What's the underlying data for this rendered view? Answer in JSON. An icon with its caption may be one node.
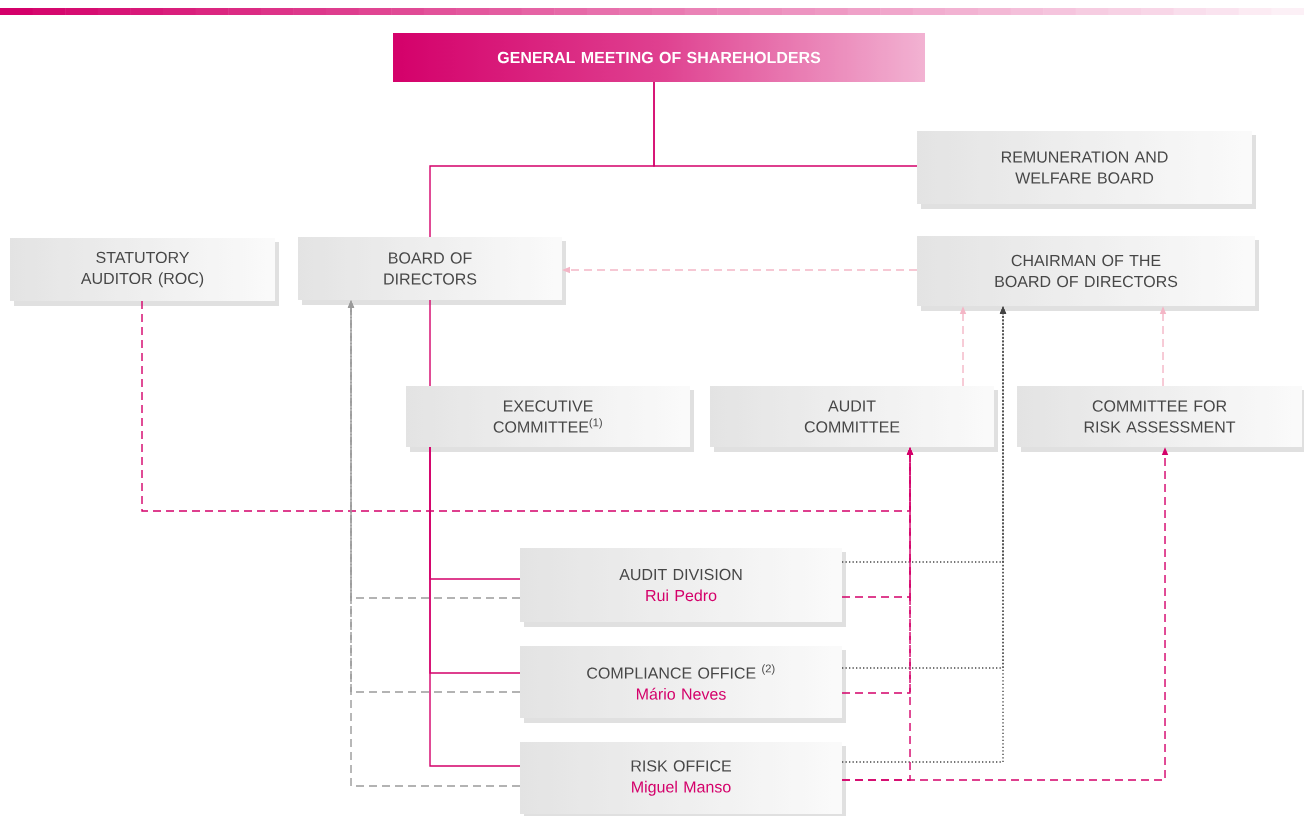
{
  "diagram": {
    "nodes": [
      {
        "text": [
          "GENERAL MEETING OF SHAREHOLDERS"
        ]
      },
      {
        "text": [
          "REMUNERATION AND WELFARE BOARD"
        ]
      },
      {
        "text": [
          "STATUTORY AUDITOR (ROC)"
        ]
      },
      {
        "text": [
          "BOARD OF DIRECTORS"
        ]
      },
      {
        "text": [
          "CHAIRMAN OF THE BOARD OF DIRECTORS"
        ]
      },
      {
        "text": [
          "EXECUTIVE COMMITTEE$^{(1)}$"
        ]
      },
      {
        "text": [
          "AUDIT COMMITTEE"
        ]
      },
      {
        "text": [
          "COMMITTEE FOR RISK ASSESSMENT"
        ]
      },
      {
        "text": [
          "AUDIT DIVISION",
          "Rui Pedro"
        ]
      },
      {
        "text": [
          "COMPLIANCE OFFICE $^{(2)}$",
          "Mário Neves"
        ]
      },
      {
        "text": [
          "RISK OFFICE",
          "Miguel  Manso"
        ]
      }
    ],
    "edges": [
      {
        "from": 0,
        "to": 3,
        "arrow": "none"
      },
      {
        "from": 0,
        "to": 1,
        "arrow": "none"
      },
      {
        "from": 4,
        "to": 3,
        "arrow": "to",
        "style": "dashed",
        "color": "#f4b6c6"
      },
      {
        "from": 3,
        "to": 5,
        "arrow": "none"
      },
      {
        "from": 5,
        "to": 8,
        "arrow": "none"
      },
      {
        "from": 5,
        "to": 9,
        "arrow": "none"
      },
      {
        "from": 5,
        "to": 10,
        "arrow": "none"
      },
      {
        "from": 6,
        "to": 4,
        "arrow": "to",
        "style": "dashed",
        "color": "#f4b6c6"
      },
      {
        "from": 7,
        "to": 4,
        "arrow": "to",
        "style": "dashed",
        "color": "#f4b6c6"
      },
      {
        "from": 8,
        "to": 4,
        "arrow": "to",
        "style": "dashed",
        "color": "#444444"
      },
      {
        "from": 9,
        "to": 4,
        "arrow": "to",
        "style": "dashed",
        "color": "#444444"
      },
      {
        "from": 10,
        "to": 4,
        "arrow": "to",
        "style": "dashed",
        "color": "#444444"
      },
      {
        "from": 2,
        "to": 6,
        "arrow": "to",
        "style": "dashed"
      },
      {
        "from": 8,
        "to": 6,
        "arrow": "to",
        "style": "dashed"
      },
      {
        "from": 9,
        "to": 6,
        "arrow": "to",
        "style": "dashed"
      },
      {
        "from": 10,
        "to": 6,
        "arrow": "to",
        "style": "dashed"
      },
      {
        "from": 10,
        "to": 7,
        "arrow": "to",
        "style": "dashed"
      },
      {
        "from": 8,
        "to": 3,
        "arrow": "to",
        "style": "dashed",
        "color": "#9a9a9a"
      },
      {
        "from": 9,
        "to": 3,
        "arrow": "to",
        "style": "dashed",
        "color": "#9a9a9a"
      },
      {
        "from": 10,
        "to": 3,
        "arrow": "to",
        "style": "dashed",
        "color": "#9a9a9a"
      }
    ]
  }
}
